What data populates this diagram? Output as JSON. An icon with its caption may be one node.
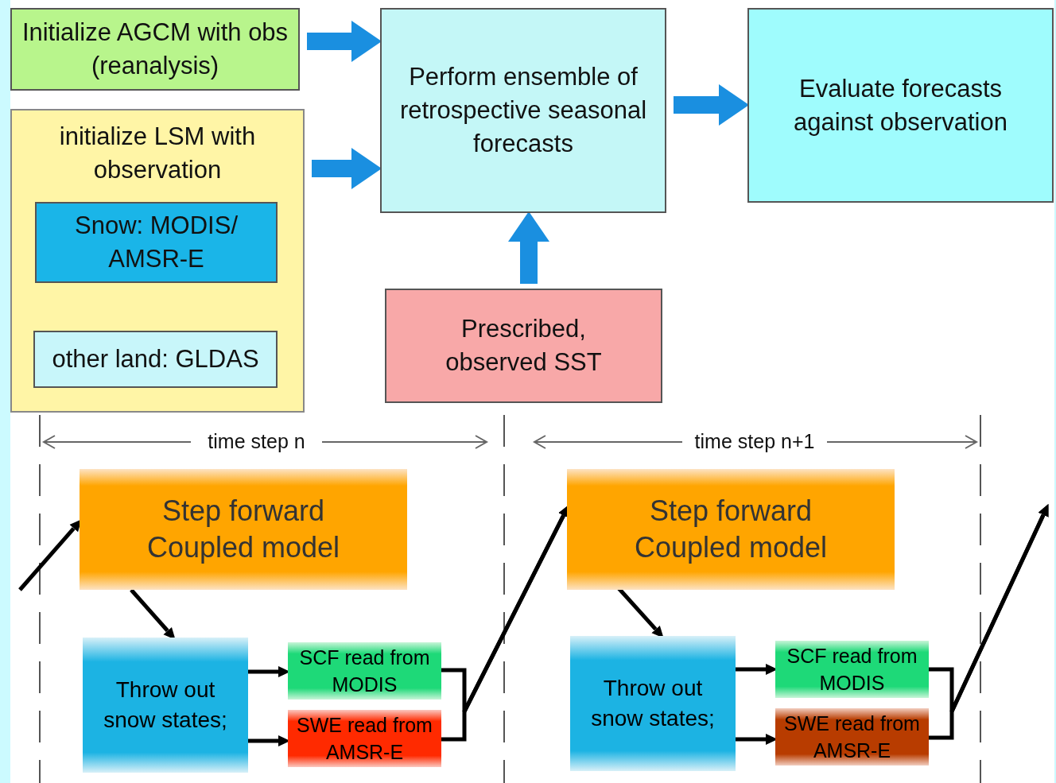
{
  "diagram": {
    "nodes": [
      {
        "text": [
          "Initialize AGCM with obs (reanalysis)"
        ]
      },
      {
        "text": [
          "initialize LSM with observation"
        ]
      },
      {
        "text": [
          "Snow: MODIS/ AMSR-E"
        ],
        "in": 1
      },
      {
        "text": [
          "other land: GLDAS"
        ],
        "in": 1
      },
      {
        "text": [
          "Perform ensemble of retrospective seasonal forecasts"
        ]
      },
      {
        "text": [
          "Evaluate forecasts against observation"
        ]
      },
      {
        "text": [
          "Prescribed, observed SST"
        ]
      },
      {
        "text": [
          "Step forward Coupled model"
        ]
      },
      {
        "text": [
          "Throw out snow states;"
        ]
      },
      {
        "text": [
          "SCF read from MODIS"
        ]
      },
      {
        "text": [
          "SWE read from AMSR-E"
        ]
      },
      {
        "text": [
          "Step forward Coupled model"
        ]
      },
      {
        "text": [
          "Throw out snow states;"
        ]
      },
      {
        "text": [
          "SCF read from MODIS"
        ]
      },
      {
        "text": [
          "SWE read from AMSR-E"
        ]
      }
    ],
    "edges": [
      {
        "from": 0,
        "to": 4,
        "arrow": "to",
        "style": "thick",
        "color": "#1a8fe0"
      },
      {
        "from": 1,
        "to": 4,
        "arrow": "to",
        "style": "thick",
        "color": "#1a8fe0"
      },
      {
        "from": 4,
        "to": 5,
        "arrow": "to",
        "style": "thick",
        "color": "#1a8fe0"
      },
      {
        "from": 6,
        "to": 4,
        "arrow": "to",
        "style": "thick",
        "color": "#1a8fe0"
      },
      {
        "from": null,
        "to": 7,
        "arrow": "to"
      },
      {
        "from": 7,
        "to": 8,
        "arrow": "to"
      },
      {
        "from": 8,
        "to": 9,
        "arrow": "to"
      },
      {
        "from": 8,
        "to": 10,
        "arrow": "to"
      },
      {
        "from": 9,
        "to": 11,
        "arrow": "to"
      },
      {
        "from": 10,
        "to": 11,
        "arrow": "to"
      },
      {
        "from": 11,
        "to": 12,
        "arrow": "to"
      },
      {
        "from": 12,
        "to": 13,
        "arrow": "to"
      },
      {
        "from": 12,
        "to": 14,
        "arrow": "to"
      },
      {
        "from": 13,
        "to": null,
        "arrow": "to"
      },
      {
        "from": 14,
        "to": null,
        "arrow": "to"
      }
    ],
    "labels": [
      "time step n",
      "time step n+1"
    ]
  }
}
